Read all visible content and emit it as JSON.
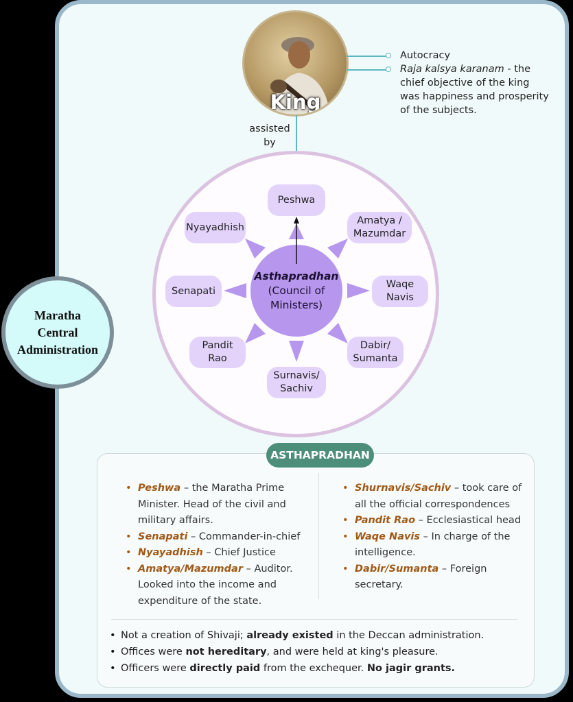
{
  "title": "Maratha Central Administration",
  "king": {
    "label": "King",
    "notes": {
      "autocracy": "Autocracy",
      "objective_term": "Raja kalsya karanam",
      "objective_line1_rest": " - the",
      "objective_line2": "chief objective of the king",
      "objective_line3": "was happiness and prosperity",
      "objective_line4": "of the subjects."
    },
    "assisted_by": [
      "assisted",
      "by"
    ]
  },
  "council": {
    "center_line1": "Asthapradhan",
    "center_line2": "(Council of",
    "center_line3": "Ministers)",
    "ministers": {
      "peshwa": [
        "Peshwa"
      ],
      "amatya": [
        "Amatya /",
        "Mazumdar"
      ],
      "waqe": [
        "Waqe",
        "Navis"
      ],
      "dabir": [
        "Dabir/",
        "Sumanta"
      ],
      "surnavis": [
        "Surnavis/",
        "Sachiv"
      ],
      "pandit": [
        "Pandit",
        "Rao"
      ],
      "senapati": [
        "Senapati"
      ],
      "nyayadhish": [
        "Nyayadhish"
      ]
    }
  },
  "details": {
    "header": "ASTHAPRADHAN",
    "left": [
      {
        "term": "Peshwa",
        "text": " – the Maratha Prime",
        "lines": [
          "Minister. Head of the civil and",
          "military affairs."
        ]
      },
      {
        "term": "Senapati",
        "text": " – Commander-in-chief",
        "lines": []
      },
      {
        "term": "Nyayadhish",
        "text": " – Chief Justice",
        "lines": []
      },
      {
        "term": "Amatya/Mazumdar",
        "text": " – Auditor.",
        "lines": [
          "Looked into the income and",
          "expenditure of the state."
        ]
      }
    ],
    "right": [
      {
        "term": "Shurnavis/Sachiv",
        "text": " – took care of",
        "lines": [
          "all the official correspondences"
        ]
      },
      {
        "term": "Pandit Rao",
        "text": " – Ecclesiastical head",
        "lines": []
      },
      {
        "term": "Waqe Navis",
        "text": "  – In charge of the",
        "lines": [
          "intelligence."
        ]
      },
      {
        "term": "Dabir/Sumanta",
        "text": " – Foreign",
        "lines": [
          "secretary."
        ]
      }
    ],
    "facts": [
      {
        "a": "Not a creation of Shivaji; ",
        "b": "already existed",
        "c": " in the Deccan administration.",
        "d": ""
      },
      {
        "a": "Offices were ",
        "b": "not hereditary",
        "c": ", and were held at king's pleasure.",
        "d": ""
      },
      {
        "a": "Officers were ",
        "b": "directly paid",
        "c": " from the exchequer. ",
        "d": "No jagir grants."
      }
    ]
  }
}
